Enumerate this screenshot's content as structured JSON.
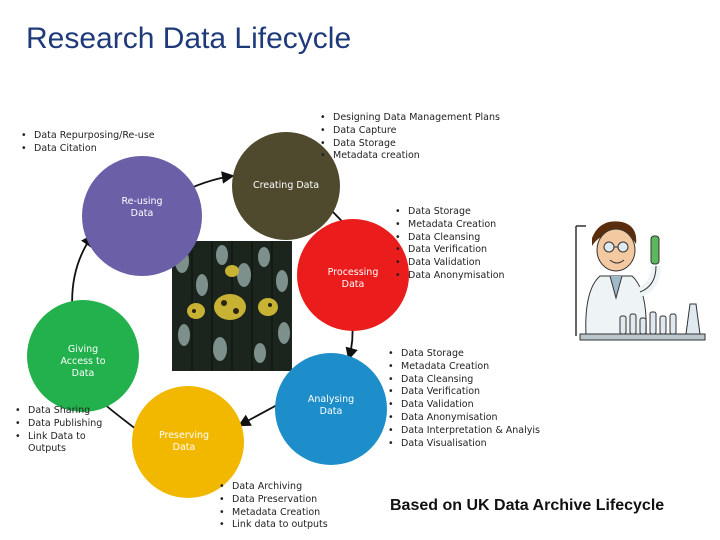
{
  "title": "Research Data Lifecycle",
  "stages": {
    "creating": "Creating Data",
    "processing": "Processing Data",
    "analysing": "Analysing Data",
    "preserving": "Preserving Data",
    "giving_access": "Giving Access to Data",
    "reusing": "Re-using Data"
  },
  "lists": {
    "creating": [
      "Designing Data Management Plans",
      "Data Capture",
      "Data Storage",
      "Metadata creation"
    ],
    "reusing": [
      "Data Repurposing/Re-use",
      "Data Citation"
    ],
    "processing": [
      "Data Storage",
      "Metadata Creation",
      "Data Cleansing",
      "Data Verification",
      "Data Validation",
      "Data Anonymisation"
    ],
    "analysing": [
      "Data Storage",
      "Metadata Creation",
      "Data Cleansing",
      "Data Verification",
      "Data Validation",
      "Data Anonymisation",
      "Data Interpretation & Analyis",
      "Data Visualisation"
    ],
    "giving_access": [
      "Data Sharing",
      "Data Publishing",
      "Link Data to Outputs"
    ],
    "preserving": [
      "Data Archiving",
      "Data Preservation",
      "Metadata Creation",
      "Link data to outputs"
    ]
  },
  "footer": "Based on UK Data Archive Lifecycle",
  "colors": {
    "title": "#1f3a7a",
    "creating": "#4f4a2e",
    "processing": "#ea1c1c",
    "analysing": "#1d8ec9",
    "preserving": "#f2b800",
    "giving_access": "#22b14c",
    "reusing": "#6b5fa8"
  }
}
